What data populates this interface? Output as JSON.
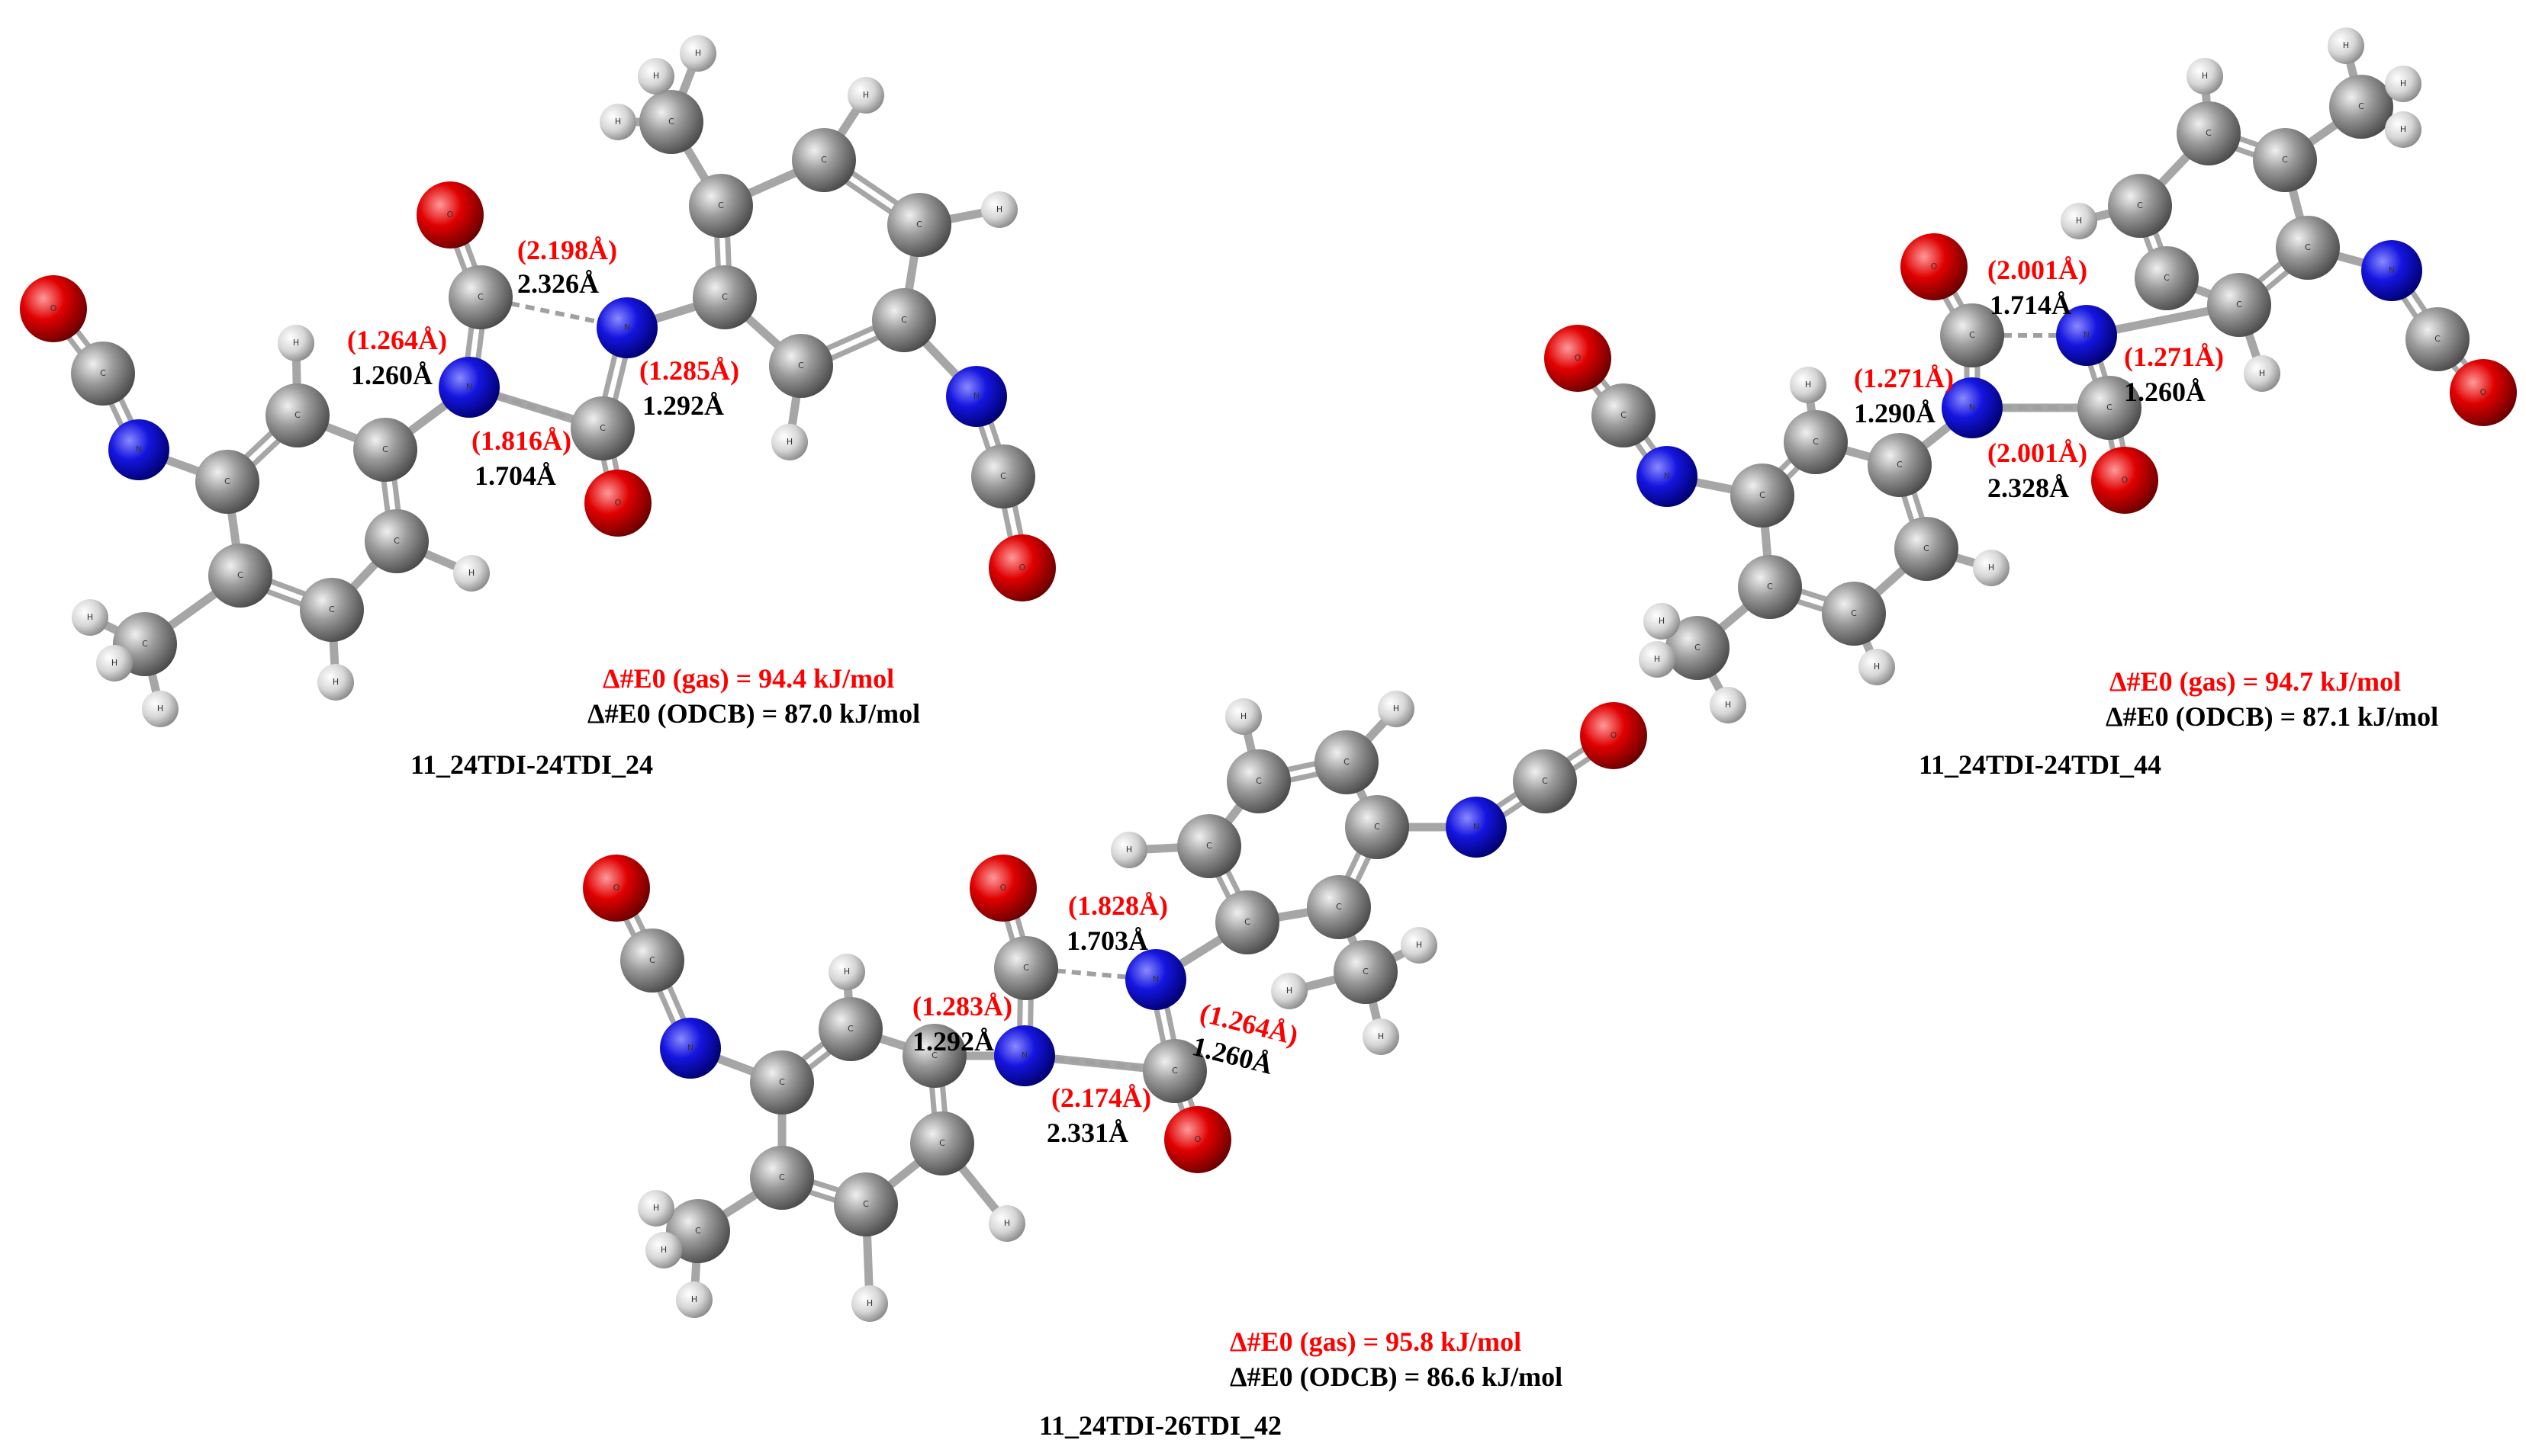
{
  "colors": {
    "carbon": "#8c8c8c",
    "hydrogen": "#d8d8d8",
    "nitrogen": "#1010e0",
    "oxygen": "#e00000",
    "bond": "#9a9a9a",
    "gas_label": "#ff0000",
    "odcb_label": "#000000"
  },
  "structures": [
    {
      "id": "s1",
      "name": "11_24TDI-24TDI_24",
      "energy_gas": "Δ#E0 (gas) = 94.4 kJ/mol",
      "energy_odcb": "Δ#E0 (ODCB) = 87.0 kJ/mol",
      "distances": {
        "top_gas": "(2.198Å)",
        "top_odcb": "2.326Å",
        "left_gas": "(1.264Å)",
        "left_odcb": "1.260Å",
        "right_gas": "(1.285Å)",
        "right_odcb": "1.292Å",
        "bottom_gas": "(1.816Å)",
        "bottom_odcb": "1.704Å"
      }
    },
    {
      "id": "s2",
      "name": "11_24TDI-24TDI_44",
      "energy_gas": "Δ#E0 (gas) = 94.7 kJ/mol",
      "energy_odcb": "Δ#E0 (ODCB) = 87.1 kJ/mol",
      "distances": {
        "top_gas": "(2.001Å)",
        "top_odcb": "1.714Å",
        "left_gas": "(1.271Å)",
        "left_odcb": "1.290Å",
        "right_gas": "(1.271Å)",
        "right_odcb": "1.260Å",
        "bottom_gas": "(2.001Å)",
        "bottom_odcb": "2.328Å"
      }
    },
    {
      "id": "s3",
      "name": "11_24TDI-26TDI_42",
      "energy_gas": "Δ#E0 (gas) = 95.8 kJ/mol",
      "energy_odcb": "Δ#E0 (ODCB) = 86.6 kJ/mol",
      "distances": {
        "top_gas": "(1.828Å)",
        "top_odcb": "1.703Å",
        "left_gas": "(1.283Å)",
        "left_odcb": "1.292Å",
        "right_gas": "(1.264Å)",
        "right_odcb": "1.260Å",
        "bottom_gas": "(2.174Å)",
        "bottom_odcb": "2.331Å"
      }
    }
  ]
}
